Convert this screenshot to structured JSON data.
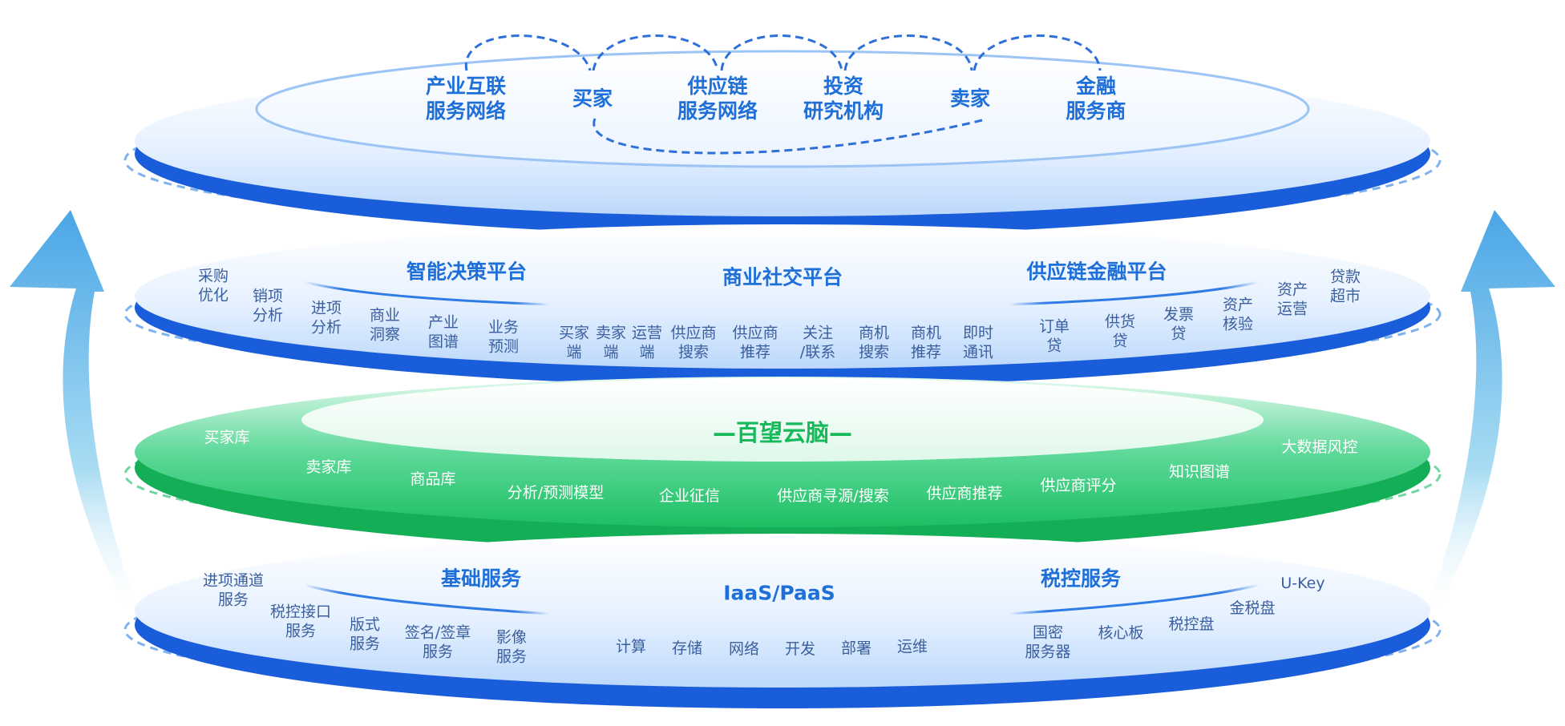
{
  "colors": {
    "primary_blue": "#1f6fd9",
    "label_blue": "#3b5f9e",
    "green": "#18b95a",
    "arrow": "#6bb8e8"
  },
  "top_layer": {
    "nodes": [
      "产业互联\n服务网络",
      "买家",
      "供应链\n服务网络",
      "投资\n研究机构",
      "卖家",
      "金融\n服务商"
    ]
  },
  "platform_layer": {
    "headers": [
      "智能决策平台",
      "商业社交平台",
      "供应链金融平台"
    ],
    "decision_items": [
      "采购\n优化",
      "销项\n分析",
      "进项\n分析",
      "商业\n洞察",
      "产业\n图谱",
      "业务\n预测"
    ],
    "social_items": [
      "买家\n端",
      "卖家\n端",
      "运营\n端",
      "供应商\n搜索",
      "供应商\n推荐",
      "关注\n/联系",
      "商机\n搜索",
      "商机\n推荐",
      "即时\n通讯"
    ],
    "finance_items": [
      "订单\n贷",
      "供货\n贷",
      "发票\n贷",
      "资产\n核验",
      "资产\n运营",
      "贷款\n超市"
    ]
  },
  "brain_layer": {
    "title": "—百望云脑—",
    "items": [
      "买家库",
      "卖家库",
      "商品库",
      "分析/预测模型",
      "企业征信",
      "供应商寻源/搜索",
      "供应商推荐",
      "供应商评分",
      "知识图谱",
      "大数据风控"
    ]
  },
  "base_layer": {
    "headers": [
      "基础服务",
      "IaaS/PaaS",
      "税控服务"
    ],
    "basic_items": [
      "进项通道\n服务",
      "税控接口\n服务",
      "版式\n服务",
      "签名/签章\n服务",
      "影像\n服务"
    ],
    "iaas_items": [
      "计算",
      "存储",
      "网络",
      "开发",
      "部署",
      "运维"
    ],
    "tax_items": [
      "国密\n服务器",
      "核心板",
      "税控盘",
      "金税盘",
      "U-Key"
    ]
  }
}
